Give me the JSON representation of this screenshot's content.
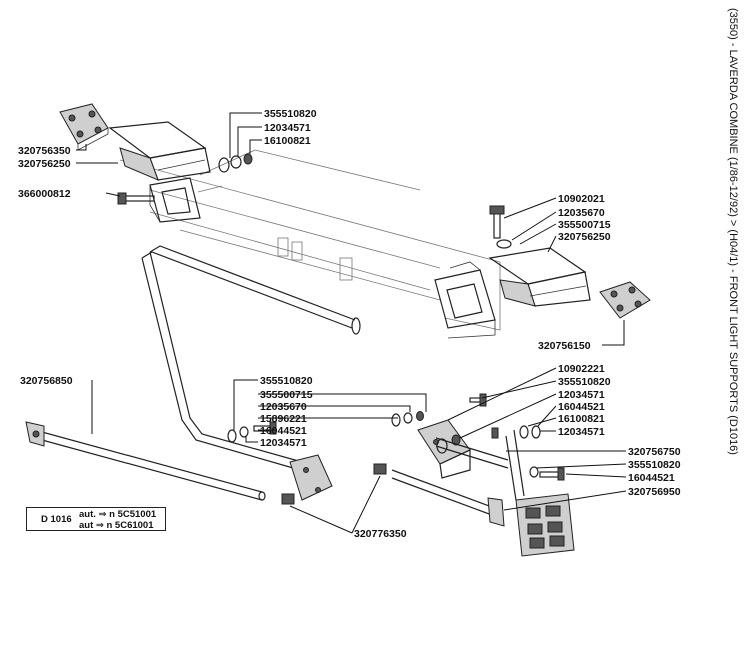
{
  "title": "(3550) - LAVERDA COMBINE (1/86-12/92) > (H04/1) - FRONT LIGHT SUPPORTS (D1016)",
  "note": {
    "code": "D 1016",
    "line1": "aut. ⇒ n  5C51001",
    "line2": "aut ⇒ n  5C61001"
  },
  "labels": {
    "l_320756350": "320756350",
    "l_320756250_a": "320756250",
    "l_366000812": "366000812",
    "l_355510820_a": "355510820",
    "l_12034571_a": "12034571",
    "l_16100821_a": "16100821",
    "l_10902021": "10902021",
    "l_12035670_a": "12035670",
    "l_355500715_a": "355500715",
    "l_320756250_b": "320756250",
    "l_320756150": "320756150",
    "l_320756850": "320756850",
    "l_355510820_b": "355510820",
    "l_355500715_b": "355500715",
    "l_12035670_b": "12035670",
    "l_15896221": "15896221",
    "l_16044521_a": "16044521",
    "l_12034571_b": "12034571",
    "l_10902221": "10902221",
    "l_355510820_c": "355510820",
    "l_12034571_c": "12034571",
    "l_16044521_b": "16044521",
    "l_16100821_b": "16100821",
    "l_12034571_d": "12034571",
    "l_320756750": "320756750",
    "l_355510820_d": "355510820",
    "l_16044521_c": "16044521",
    "l_320756950": "320756950",
    "l_320776350": "320776350"
  }
}
